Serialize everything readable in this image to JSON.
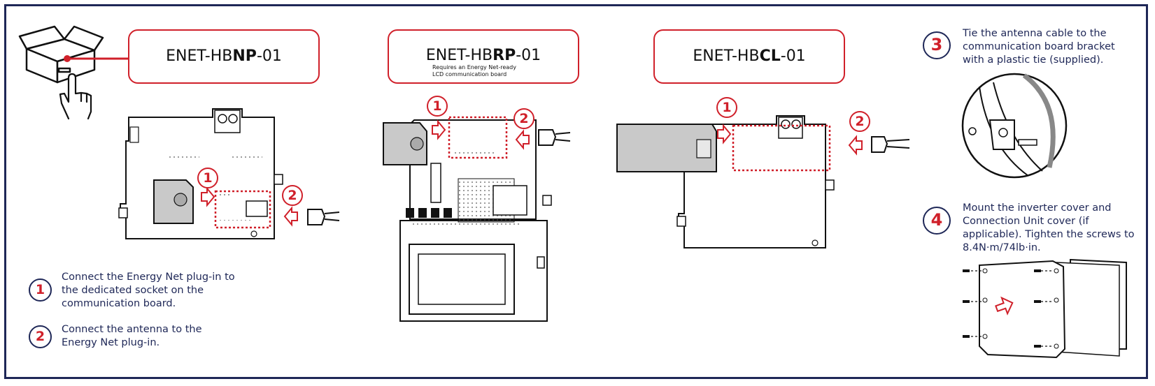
{
  "models": [
    {
      "prefix": "ENET-HB",
      "bold": "NP",
      "suffix": "-01",
      "note": ""
    },
    {
      "prefix": "ENET-HB",
      "bold": "RP",
      "suffix": "-01",
      "note_line1": "Requires an Energy Net-ready",
      "note_line2": "LCD communication board"
    },
    {
      "prefix": "ENET-HB",
      "bold": "CL",
      "suffix": "-01",
      "note": ""
    }
  ],
  "callouts": {
    "one": "1",
    "two": "2",
    "three": "3",
    "four": "4"
  },
  "steps": {
    "step1": {
      "number": "1",
      "line1": "Connect the Energy Net plug-in to",
      "line2": "the dedicated socket on the",
      "line3": "communication board."
    },
    "step2": {
      "number": "2",
      "line1": "Connect the antenna to the",
      "line2": "Energy Net plug-in."
    },
    "step3": {
      "number": "3",
      "line1": "Tie the antenna cable to the",
      "line2": "communication board bracket",
      "line3": "with a plastic tie (supplied)."
    },
    "step4": {
      "number": "4",
      "line1": "Mount the inverter cover and",
      "line2": "Connection Unit cover (if",
      "line3": "applicable). Tighten the screws to",
      "line4": "8.4N·m/74lb·in."
    }
  },
  "icons": [
    "package-box-icon",
    "pointing-hand-icon",
    "arrow-right-icon",
    "arrow-left-icon"
  ],
  "colors": {
    "accent": "#d0202a",
    "navy": "#1e2757",
    "board": "#ffffff",
    "plugin": "#cfcfcf"
  }
}
